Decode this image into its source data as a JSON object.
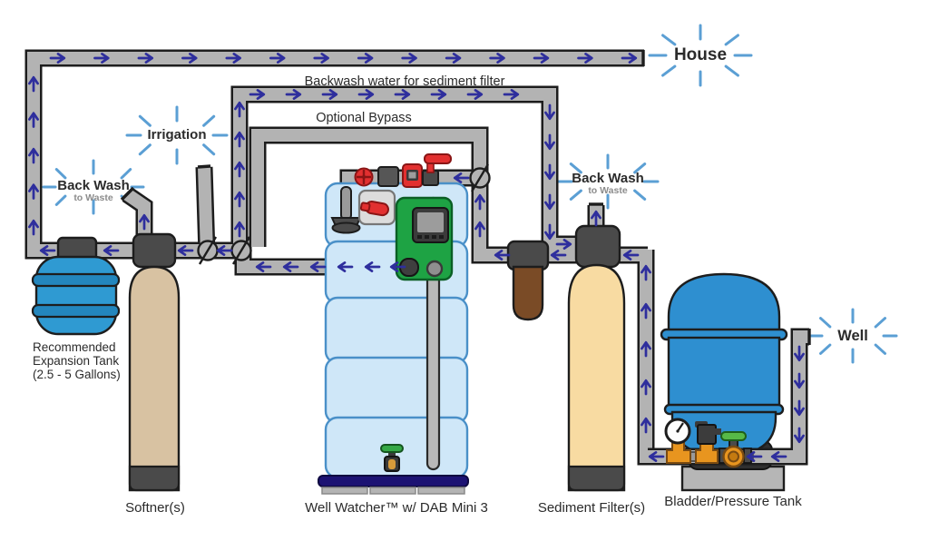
{
  "labels": {
    "house": "House",
    "irrigation": "Irrigation",
    "backwash_left": {
      "title": "Back Wash",
      "subtitle": "to Waste"
    },
    "backwash_right": {
      "title": "Back Wash",
      "subtitle": "to Waste"
    },
    "well": "Well",
    "backwash_line": "Backwash water for sediment filter",
    "optional_bypass": "Optional Bypass",
    "expansion_tank_line1": "Recommended",
    "expansion_tank_line2": "Expansion Tank",
    "expansion_tank_line3": "(2.5 - 5 Gallons)",
    "softener": "Softner(s)",
    "well_watcher": "Well Watcher™ w/ DAB Mini 3",
    "sediment_filter": "Sediment Filter(s)",
    "bladder_tank": "Bladder/Pressure Tank"
  },
  "colors": {
    "pipe": "#b3b3b3",
    "outline": "#1d1d1d",
    "arrow": "#2e2e9d",
    "ray": "#5b9fd4",
    "text": "#2b2b2b",
    "subtext": "#8c8c8c",
    "expansion_blue": "#2f9ad2",
    "expansion_band": "#2386bd",
    "bladder_blue": "#2e8fd0",
    "softener_tan": "#d8c2a2",
    "sediment_tan": "#f8dba2",
    "ww_fill": "#cfe7f8",
    "ww_stroke": "#4a90c8",
    "green": "#1ea344",
    "green_dark": "#0b5f25",
    "red": "#e23030",
    "red_dark": "#8a1515",
    "dark": "#4a4a4a",
    "navy_base": "#1c1273",
    "brass": "#e8951f",
    "brass_dark": "#7a4b12",
    "brown": "#7a4b26",
    "platform": "#b6b6b6",
    "panel": "#dcdcdc",
    "handle_green": "#57b947"
  }
}
